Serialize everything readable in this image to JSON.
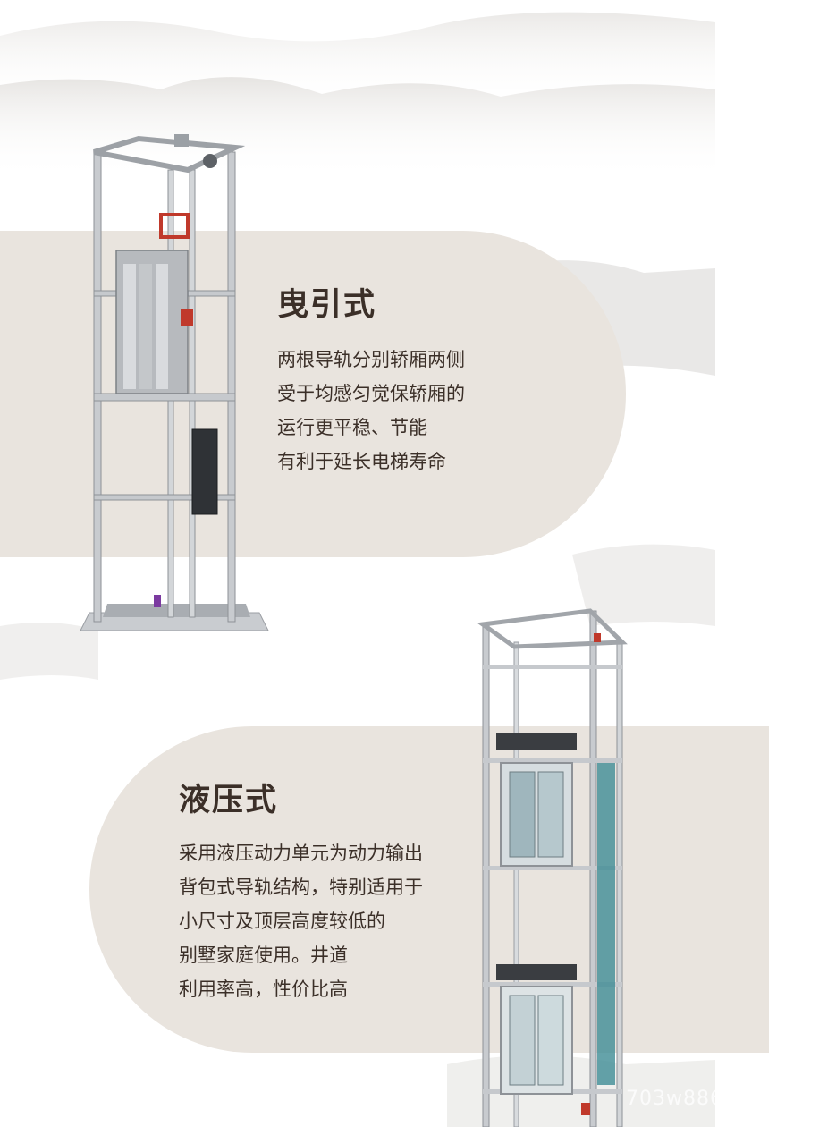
{
  "sections": [
    {
      "title": "曳引式",
      "lines": [
        "两根导轨分别轿厢两侧",
        "受于均感匀觉保轿厢的",
        "运行更平稳、节能",
        "有利于延长电梯寿命"
      ]
    },
    {
      "title": "液压式",
      "lines": [
        "采用液压动力单元为动力输出",
        "背包式导轨结构，特别适用于",
        "小尺寸及顶层高度较低的",
        "别墅家庭使用。井道",
        "利用率高，性价比高"
      ]
    }
  ],
  "watermark": "703w886.1688.com",
  "colors": {
    "panel": "#e9e4de",
    "text": "#3b2f28",
    "frame": "#b9bdc2",
    "accent_red": "#c0392b"
  },
  "icons": [
    "traction-elevator-illustration",
    "hydraulic-elevator-illustration"
  ]
}
